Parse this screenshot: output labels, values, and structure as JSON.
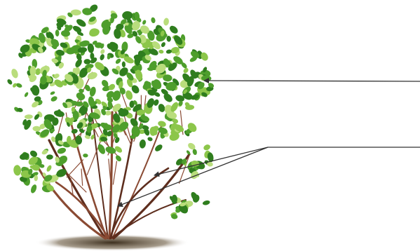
{
  "diagram": {
    "subject": "shrub",
    "labels": [],
    "pointers": [
      {
        "id": "crown-pointer",
        "target": "foliage-crown",
        "label_text": ""
      },
      {
        "id": "stems-pointer",
        "target": "woody-stems",
        "label_text": ""
      }
    ],
    "colors": {
      "background": "#ffffff",
      "leaf_dark": "#2f7d1e",
      "leaf_mid": "#4e9e2c",
      "leaf_light": "#8cc64a",
      "leaf_pale": "#b9dd7c",
      "stem": "#8a4a33",
      "stem_dark": "#5e2e1e",
      "soil": "#4a3a26",
      "pointer_line": "#333333"
    }
  }
}
